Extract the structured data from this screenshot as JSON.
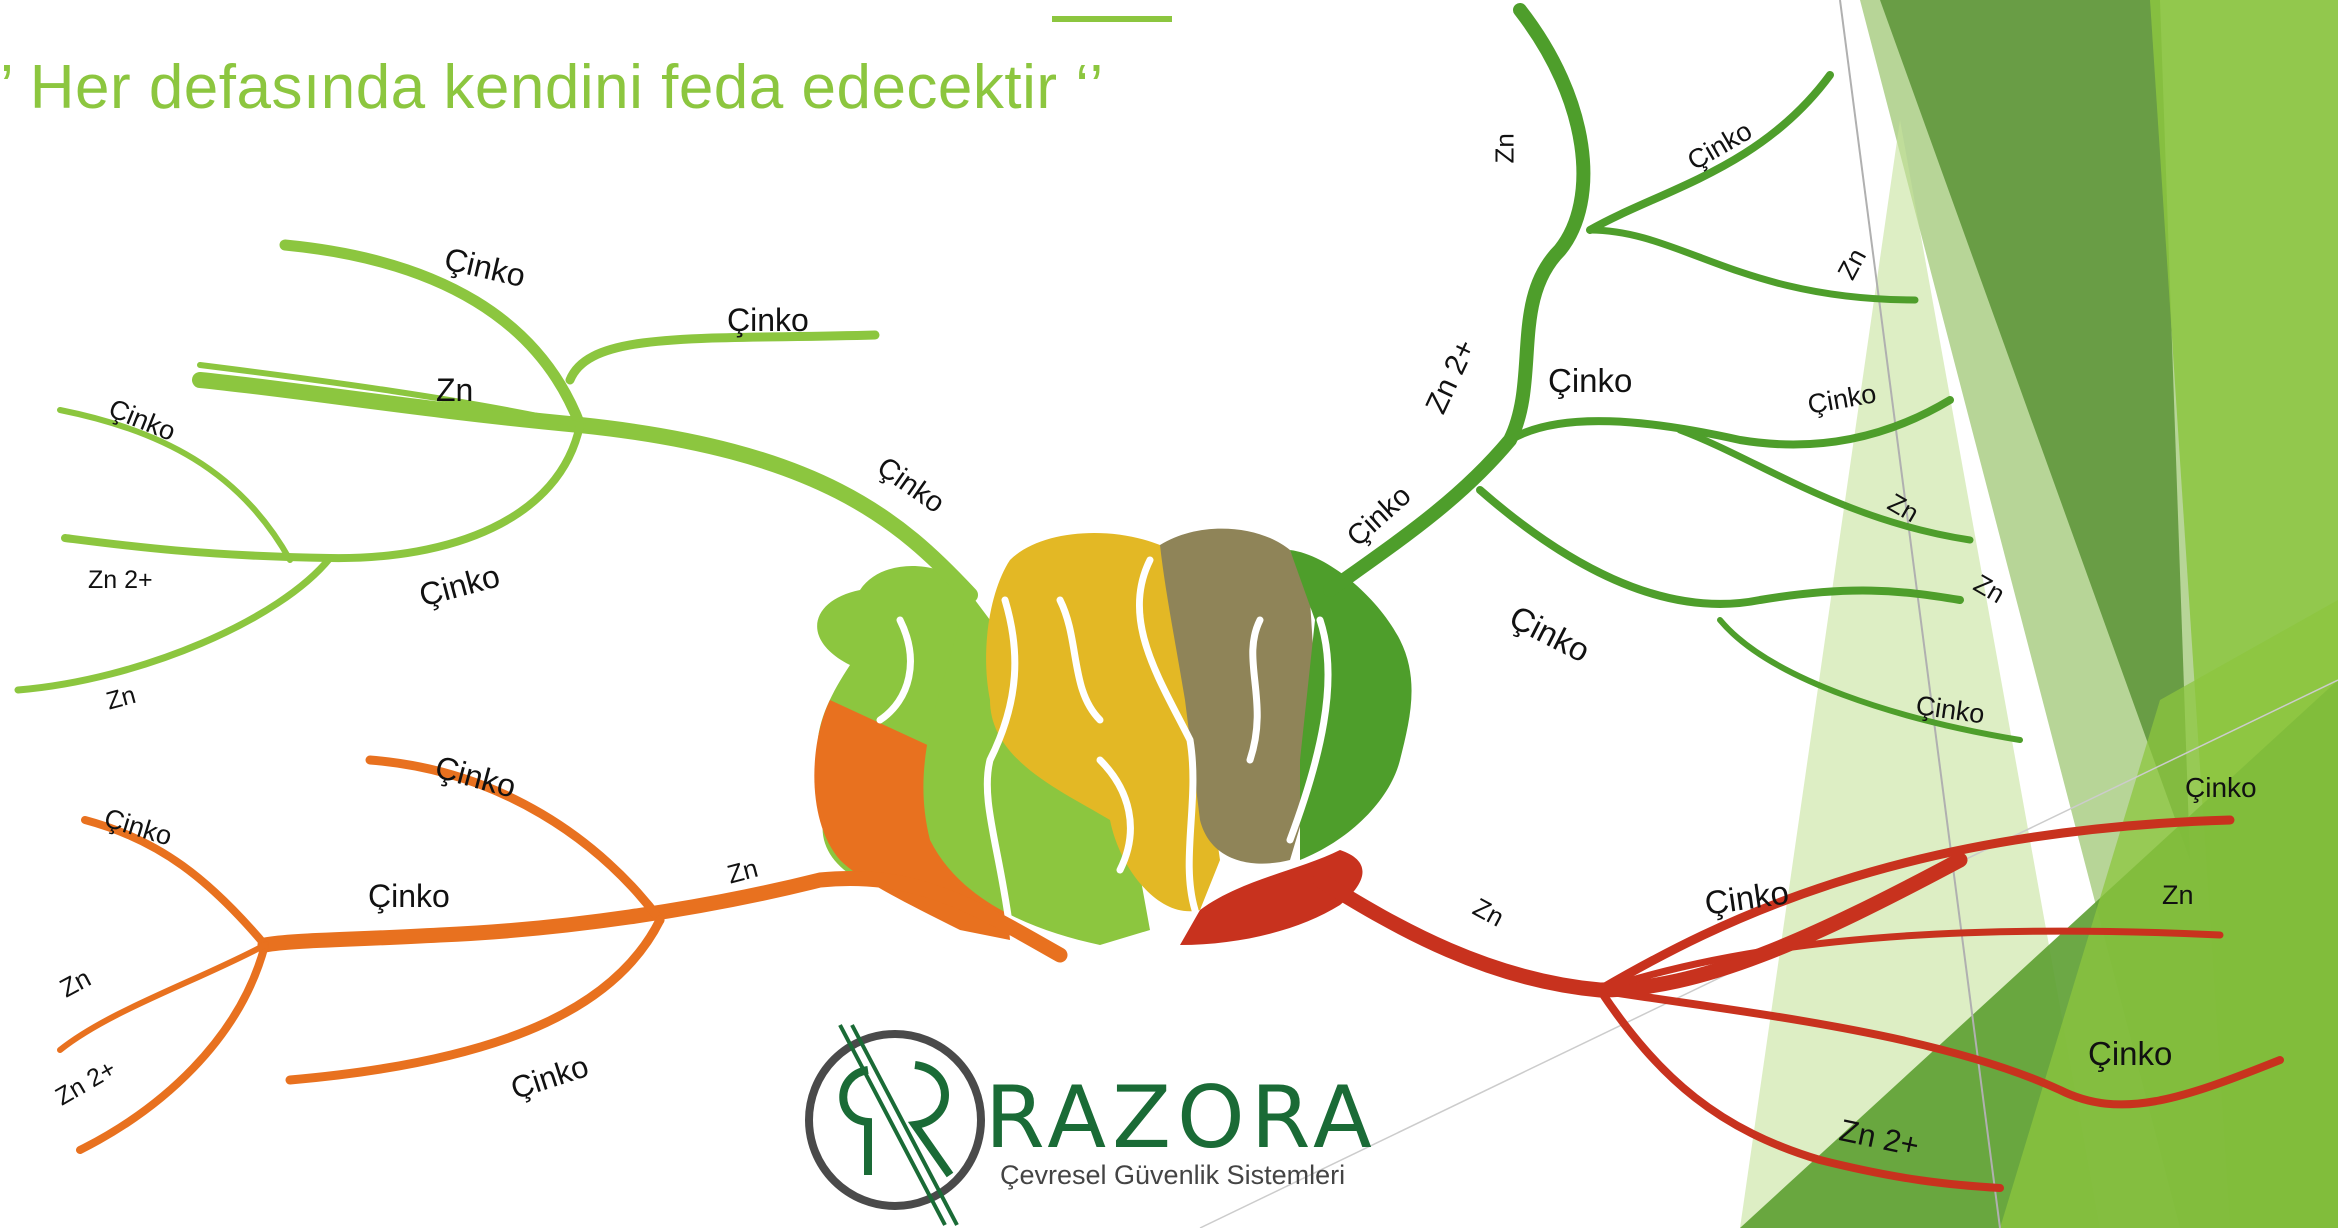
{
  "title": "’ Her defasında kendini feda edecektir ‘’",
  "colors": {
    "title": "#8cc63f",
    "branch_top_left": "#8cc63f",
    "branch_top_right": "#4e9e2b",
    "branch_bottom_left": "#e8711f",
    "branch_bottom_right": "#c8321e",
    "brain_yellow": "#e3b825",
    "brain_olive": "#8f8458",
    "logo": "#1a6b36"
  },
  "branches": {
    "top_left": [
      "Çinko",
      "Çinko",
      "Zn",
      "Çinko",
      "Çinko",
      "Zn 2+",
      "Çinko",
      "Zn"
    ],
    "top_right": [
      "Zn",
      "Çinko",
      "Zn",
      "Zn 2+",
      "Çinko",
      "Çinko",
      "Çinko",
      "Zn",
      "Çinko",
      "Zn",
      "Çinko"
    ],
    "bottom_left": [
      "Çinko",
      "Çinko",
      "Çinko",
      "Zn",
      "Zn",
      "Zn 2+",
      "Çinko"
    ],
    "bottom_right": [
      "Zn",
      "Çinko",
      "Çinko",
      "Zn",
      "Çinko",
      "Zn 2+"
    ]
  },
  "logo": {
    "name": "RAZORA",
    "subtitle": "Çevresel Güvenlik Sistemleri"
  }
}
